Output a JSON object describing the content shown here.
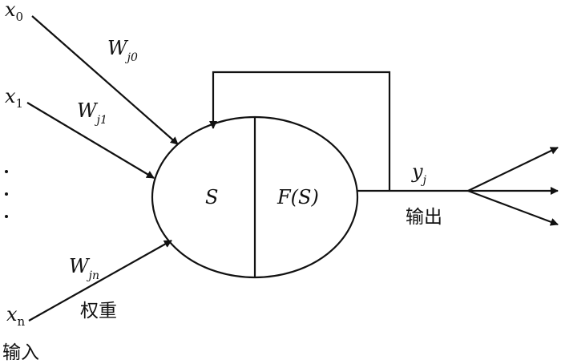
{
  "inputs": {
    "x0": {
      "base": "x",
      "sub": "0"
    },
    "x1": {
      "base": "x",
      "sub": "1"
    },
    "xn": {
      "base": "x",
      "sub": "n"
    },
    "label": "输入"
  },
  "weights": {
    "w0": {
      "base": "W",
      "sub": "j0"
    },
    "w1": {
      "base": "W",
      "sub": "j1"
    },
    "wn": {
      "base": "W",
      "sub": "jn"
    },
    "label": "权重"
  },
  "neuron": {
    "sum": "S",
    "activation": "F(S)"
  },
  "output": {
    "y": {
      "base": "y",
      "sub": "j"
    },
    "label": "输出"
  }
}
